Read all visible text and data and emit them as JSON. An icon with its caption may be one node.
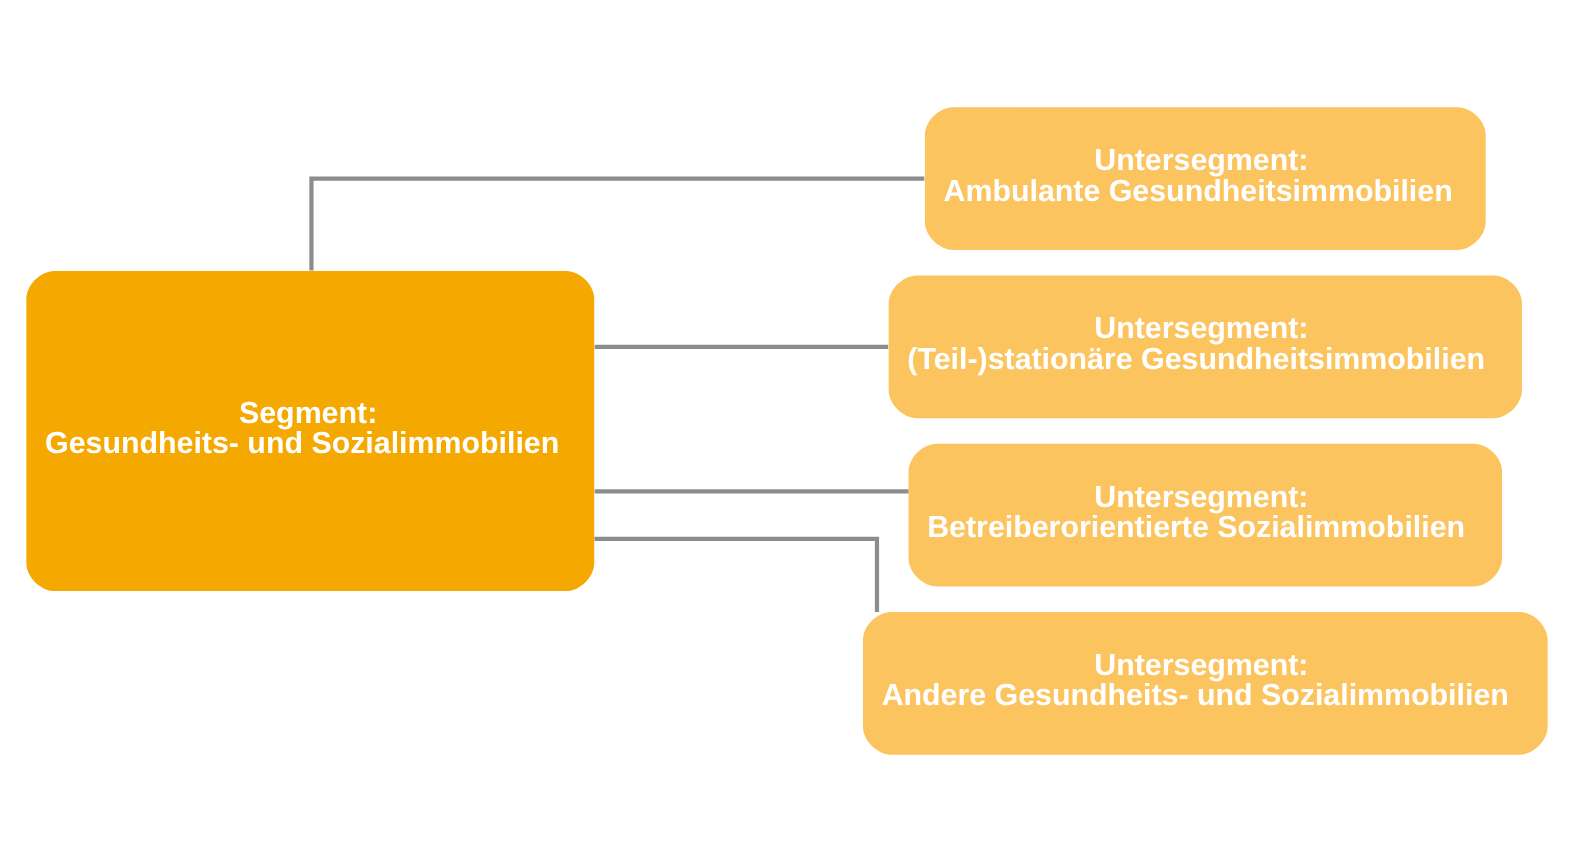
{
  "diagram": {
    "nodes": [
      {
        "text": [
          "Segment:",
          "Gesundheits- und Sozialimmobilien"
        ]
      },
      {
        "text": [
          "Untersegment:",
          "Ambulante Gesundheitsimmobilien"
        ]
      },
      {
        "text": [
          "Untersegment:",
          "(Teil-)stationäre Gesundheitsimmobilien"
        ]
      },
      {
        "text": [
          "Untersegment:",
          "Betreiberorientierte Sozialimmobilien"
        ]
      },
      {
        "text": [
          "Untersegment:",
          "Andere Gesundheits- und Sozialimmobilien"
        ]
      }
    ],
    "edges": [
      {
        "from": 0,
        "to": 1,
        "arrow": "none"
      },
      {
        "from": 0,
        "to": 2,
        "arrow": "none"
      },
      {
        "from": 0,
        "to": 3,
        "arrow": "none"
      },
      {
        "from": 0,
        "to": 4,
        "arrow": "none"
      }
    ]
  }
}
